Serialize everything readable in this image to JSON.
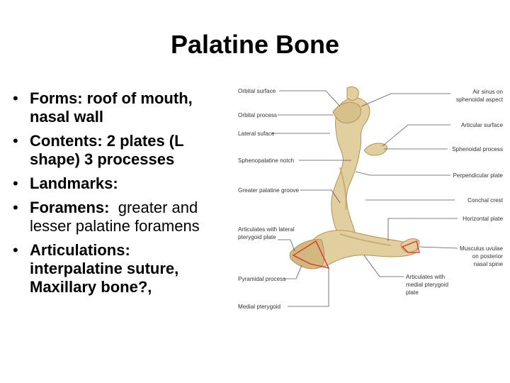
{
  "slide": {
    "title": "Palatine Bone",
    "bullets": [
      {
        "label": "Forms: roof of mouth, nasal wall",
        "rest": ""
      },
      {
        "label": "Contents: 2 plates (L shape) 3 processes",
        "rest": ""
      },
      {
        "label": "Landmarks:",
        "rest": ""
      },
      {
        "label": "Foramens:",
        "rest": "  greater and lesser palatine foramens"
      },
      {
        "label": "Articulations: interpalatine suture, Maxillary bone?,",
        "rest": ""
      }
    ]
  },
  "figure": {
    "labels_left": [
      "Orbital surface",
      "Orbital process",
      "Lateral suface",
      "Sphenopalatine notch",
      "Greater palatine groove",
      "Articulates with lateral",
      "pterygoid plate",
      "Pyramidal process",
      "Medial pterygoid"
    ],
    "labels_right": [
      "Air sinus on",
      "sphenoidal aspect",
      "Articular surface",
      "Sphenoidal process",
      "Perpendicular plate",
      "Conchal crest",
      "Horizontal plate",
      "Musculus uvulae",
      "on posterior",
      "nasal spine",
      "Articulates with",
      "medial pterygoid",
      "plate"
    ],
    "colors": {
      "bone": "#e2cfa0",
      "bone_shade": "#c9ad72",
      "outline": "#d9302a",
      "leader": "#555555"
    }
  }
}
